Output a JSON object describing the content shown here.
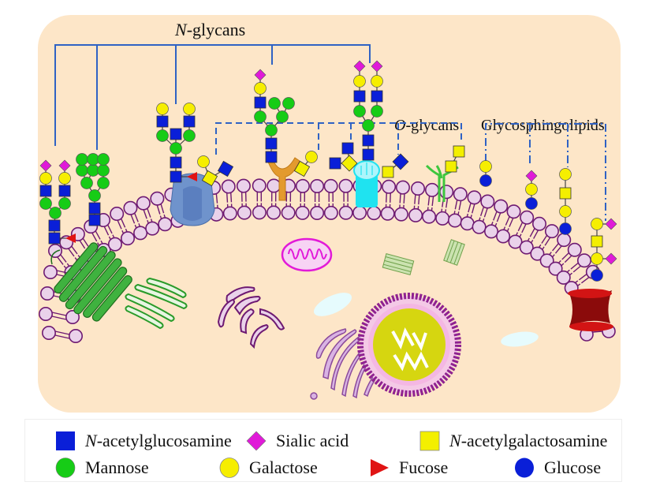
{
  "colors": {
    "cell_background": "#fde6c8",
    "bracket_line": "#2f62c4",
    "lipid_head_fill": "#ead2ea",
    "lipid_outline": "#6e1a72",
    "glcnac": "#0a1fd8",
    "galnac": "#f3ef00",
    "mannose": "#16cc16",
    "galactose": "#f6ee00",
    "sialic_acid": "#e01ad8",
    "fucose": "#e01414",
    "glucose": "#0a1fd8"
  },
  "labels": {
    "n_glycans_prefix": "N",
    "n_glycans_suffix": "-glycans",
    "o_glycans_prefix": "O",
    "o_glycans_suffix": "-glycans",
    "glycosphingolipids": "Glycosphingolipids"
  },
  "legend": {
    "items": [
      {
        "key": "glcnac",
        "shape": "square",
        "prefix": "N",
        "label": "-acetylglucosamine"
      },
      {
        "key": "sialic_acid",
        "shape": "diamond",
        "prefix": "",
        "label": "Sialic acid"
      },
      {
        "key": "galnac",
        "shape": "square",
        "prefix": "N",
        "label": "-acetylgalactosamine"
      },
      {
        "key": "mannose",
        "shape": "circle",
        "prefix": "",
        "label": "Mannose"
      },
      {
        "key": "galactose",
        "shape": "circle",
        "prefix": "",
        "label": "Galactose"
      },
      {
        "key": "fucose",
        "shape": "triangle",
        "prefix": "",
        "label": "Fucose"
      },
      {
        "key": "glucose",
        "shape": "circle",
        "prefix": "",
        "label": "Glucose"
      }
    ]
  },
  "organelles": [
    "plasma-membrane",
    "seven-transmembrane-receptor",
    "channel-protein",
    "y-shaped-receptor",
    "cyan-transporter",
    "green-anchor-protein",
    "red-transporter",
    "mitochondrion",
    "endoplasmic-reticulum",
    "golgi-apparatus",
    "rough-er",
    "nucleus",
    "centrioles",
    "vesicles"
  ]
}
